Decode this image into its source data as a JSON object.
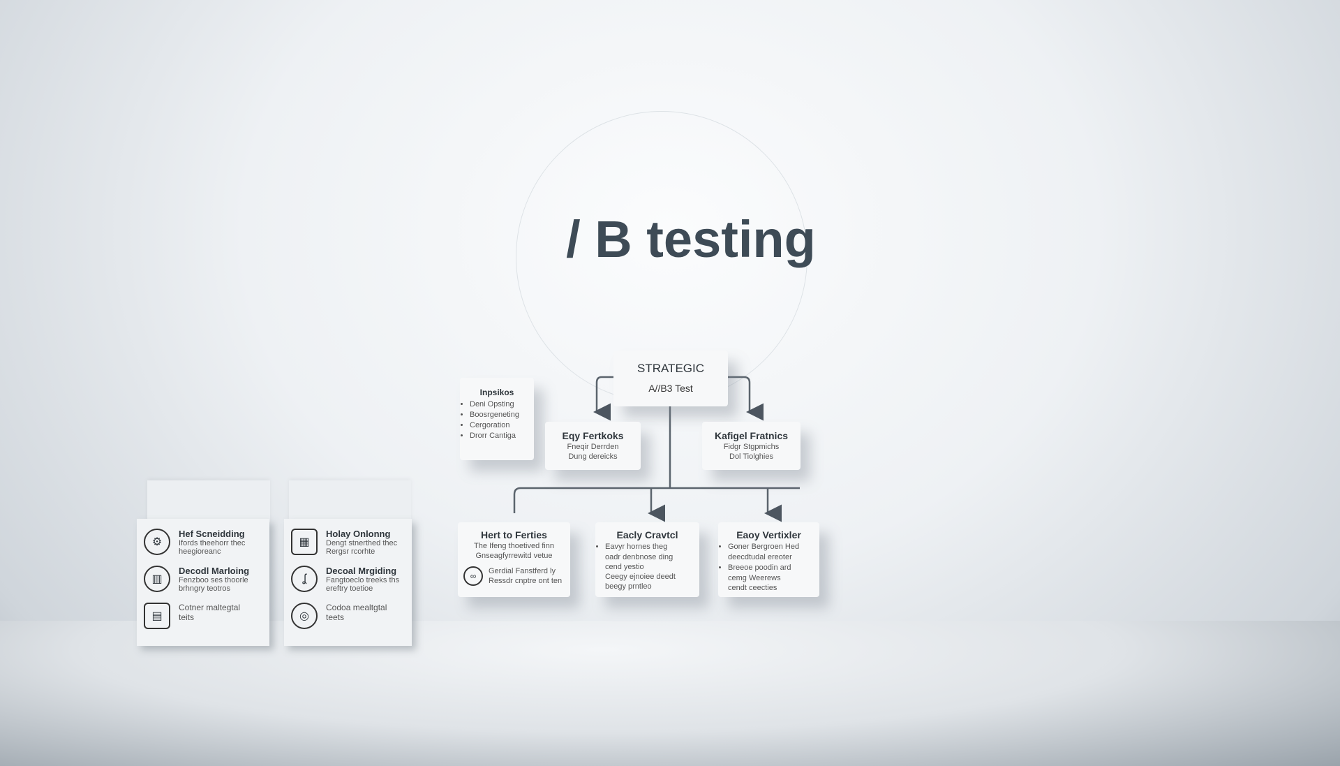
{
  "title": "/ B testing",
  "root": {
    "line1": "STRATEGIC",
    "line2": "A//B3 Test"
  },
  "side_box": {
    "title": "Inpsikos",
    "items": [
      "Deni Opsting",
      "Boosrgeneting",
      "Cergoration",
      "Drorr Cantiga"
    ]
  },
  "level1": [
    {
      "title": "Eqy Fertkoks",
      "lines": [
        "Fneqir Derrden",
        "Dung dereicks"
      ]
    },
    {
      "title": "Kafigel Fratnics",
      "lines": [
        "Fidgr Stgpmichs",
        "Dol Tiolghies"
      ]
    }
  ],
  "level2": [
    {
      "title": "Hert to Ferties",
      "lines": [
        "The Ifeng thoetived finn",
        "Gnseagfyrrewitd vetue"
      ],
      "icon": "link-icon",
      "foot": [
        "Gerdial Fanstferd ly",
        "Ressdr cnptre ont ten"
      ]
    },
    {
      "title": "Eacly Cravtcl",
      "lines": [
        "Eavyr hornes theg",
        "oadr denbnose ding",
        "cend yestio",
        "Ceegy ejnoiee deedt",
        "beegy prntleo"
      ]
    },
    {
      "title": "Eaoy Vertixler",
      "lines": [
        "Goner Bergroen Hed",
        "deecdtudal ereoter",
        "Breeoe poodin ard",
        "cemg Weerews",
        "cendt ceecties"
      ]
    }
  ],
  "cards": [
    {
      "items": [
        {
          "icon": "gear-icon",
          "title": "Hef Scneidding",
          "text": [
            "Ifords theehorr thec",
            "heegioreanc"
          ]
        },
        {
          "icon": "chart-icon",
          "title": "Decodl Marloing",
          "text": [
            "Fenzboo ses thoorle",
            "brhngry teotros"
          ]
        },
        {
          "icon": "document-icon",
          "title": "",
          "text": [
            "Cotner maltegtal",
            "teits"
          ]
        }
      ]
    },
    {
      "items": [
        {
          "icon": "browser-icon",
          "title": "Holay Onlonng",
          "text": [
            "Dengt stnerthed thec",
            "Rergsr rcorhte"
          ]
        },
        {
          "icon": "hook-icon",
          "title": "Decoal Mrgiding",
          "text": [
            "Fangtoeclo treeks ths",
            "ereftry toetioe"
          ]
        },
        {
          "icon": "target-icon",
          "title": "",
          "text": [
            "Codoa mealtgtal",
            "teets"
          ]
        }
      ]
    }
  ]
}
